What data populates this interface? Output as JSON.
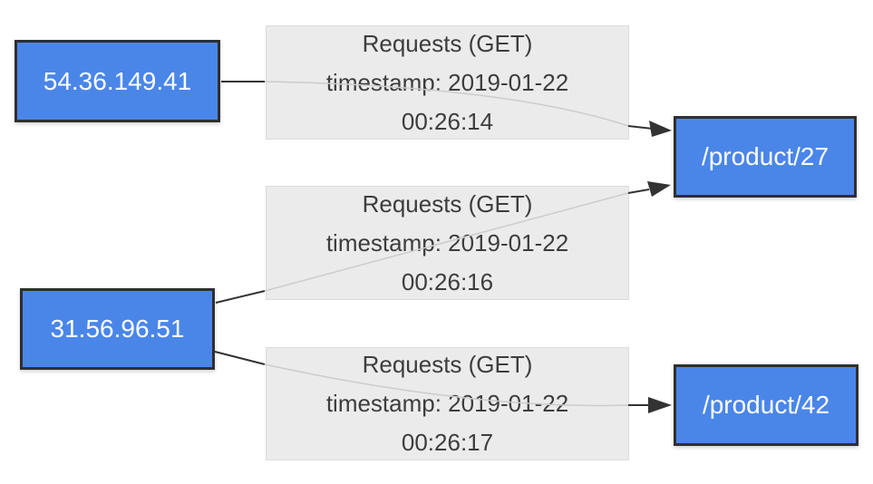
{
  "diagram": {
    "ip_nodes": [
      {
        "label": "54.36.149.41"
      },
      {
        "label": "31.56.96.51"
      }
    ],
    "page_nodes": [
      {
        "label": "/product/27"
      },
      {
        "label": "/product/42"
      }
    ],
    "request_nodes": [
      {
        "line1": "Requests (GET)",
        "line2": "timestamp: 2019-01-22",
        "line3": "00:26:14"
      },
      {
        "line1": "Requests (GET)",
        "line2": "timestamp: 2019-01-22",
        "line3": "00:26:16"
      },
      {
        "line1": "Requests (GET)",
        "line2": "timestamp: 2019-01-22",
        "line3": "00:26:17"
      }
    ],
    "edges": [
      {
        "from": "54.36.149.41",
        "via": "Requests (GET) 2019-01-22 00:26:14",
        "to": "/product/27"
      },
      {
        "from": "31.56.96.51",
        "via": "Requests (GET) 2019-01-22 00:26:16",
        "to": "/product/27"
      },
      {
        "from": "31.56.96.51",
        "via": "Requests (GET) 2019-01-22 00:26:17",
        "to": "/product/42"
      }
    ],
    "colors": {
      "node_fill": "#4a86e8",
      "node_border": "#2f2f2f",
      "node_text": "#ffffff",
      "request_fill": "#ebebeb",
      "request_border": "#dcdcdc",
      "request_text": "#3d3d3d",
      "edge_dark": "#333333",
      "edge_light": "#cccccc",
      "canvas_bg": "#ffffff"
    }
  }
}
